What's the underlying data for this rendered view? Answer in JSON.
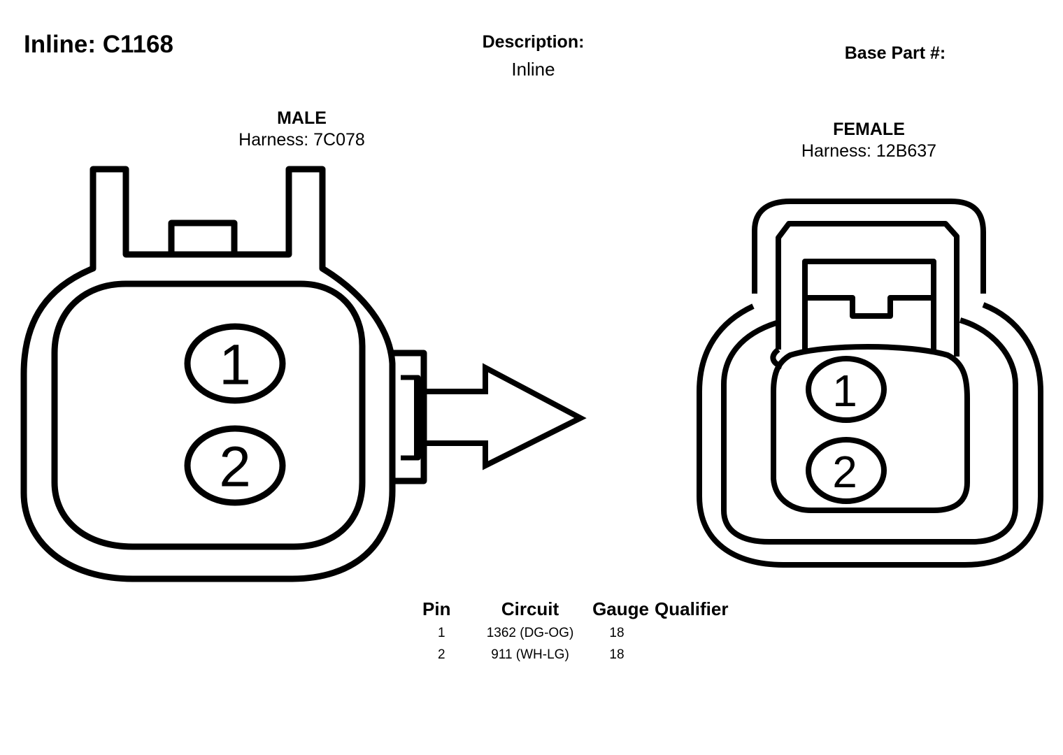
{
  "header": {
    "title": "Inline: C1168",
    "description_label": "Description:",
    "description_value": "Inline",
    "base_part_label": "Base Part #:"
  },
  "male": {
    "label": "MALE",
    "harness": "Harness: 7C078",
    "pins": [
      "1",
      "2"
    ]
  },
  "female": {
    "label": "FEMALE",
    "harness": "Harness: 12B637",
    "pins": [
      "1",
      "2"
    ]
  },
  "pin_table": {
    "headers": [
      "Pin",
      "Circuit",
      "Gauge",
      "Qualifier"
    ],
    "rows": [
      {
        "pin": "1",
        "circuit": "1362 (DG-OG)",
        "gauge": "18",
        "qualifier": ""
      },
      {
        "pin": "2",
        "circuit": "911 (WH-LG)",
        "gauge": "18",
        "qualifier": ""
      }
    ]
  }
}
